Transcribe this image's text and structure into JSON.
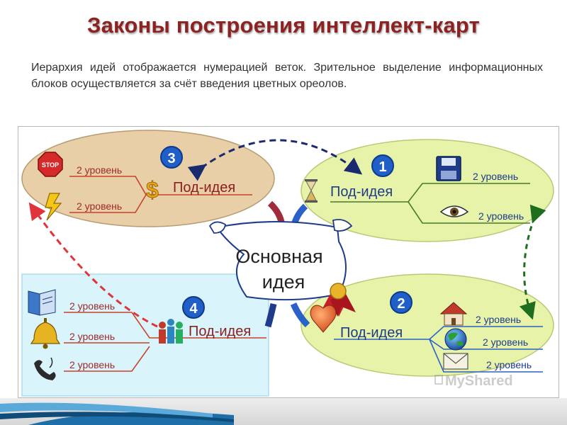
{
  "title": "Законы построения интеллект-карт",
  "description": "Иерархия идей отображается нумерацией веток. Зрительное выделение информационных блоков осуществляется за счёт введения цветных ореолов.",
  "diagram": {
    "central": {
      "line1": "Основная",
      "line2": "идея"
    },
    "subidea_label": "Под-идея",
    "branch_label": "2 уровень",
    "numbers": {
      "one": "1",
      "two": "2",
      "three": "3",
      "four": "4"
    },
    "stop_sign": "STOP",
    "dollar": "$",
    "watermark": "MyShared",
    "colors": {
      "halo_tan": "#e8cfa8",
      "halo_green": "#e6f3a8",
      "halo_cyan": "#d9f4fb",
      "badge_blue": "#1f5fc7",
      "branch_red": "#c8422b",
      "branch_green": "#4a7a2b",
      "branch_blue": "#2a62c9",
      "arrow_navy": "#1a2a6e",
      "arrow_red": "#e0343a",
      "arrow_green": "#1e6e1e"
    }
  }
}
